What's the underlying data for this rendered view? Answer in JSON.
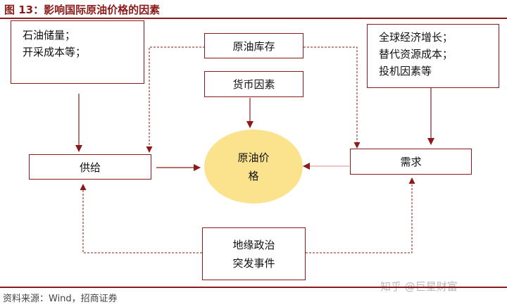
{
  "title": "图 13：影响国际原油价格的因素",
  "nodes": {
    "supply_factors": [
      "石油储量；",
      "开采成本等；"
    ],
    "inventory": "原油库存",
    "demand_factors": [
      "全球经济增长；",
      "替代资源成本；",
      "投机因素等"
    ],
    "currency": "货币因素",
    "supply": "供给",
    "price": [
      "原油价",
      "格"
    ],
    "demand": "需求",
    "geopolitics": [
      "地缘政治",
      "突发事件"
    ]
  },
  "colors": {
    "accent": "#8b1a1a",
    "ellipse_fill": "#fbe38e"
  },
  "source": "资料来源：Wind，招商证券",
  "watermark": "知乎 @巨星财富"
}
